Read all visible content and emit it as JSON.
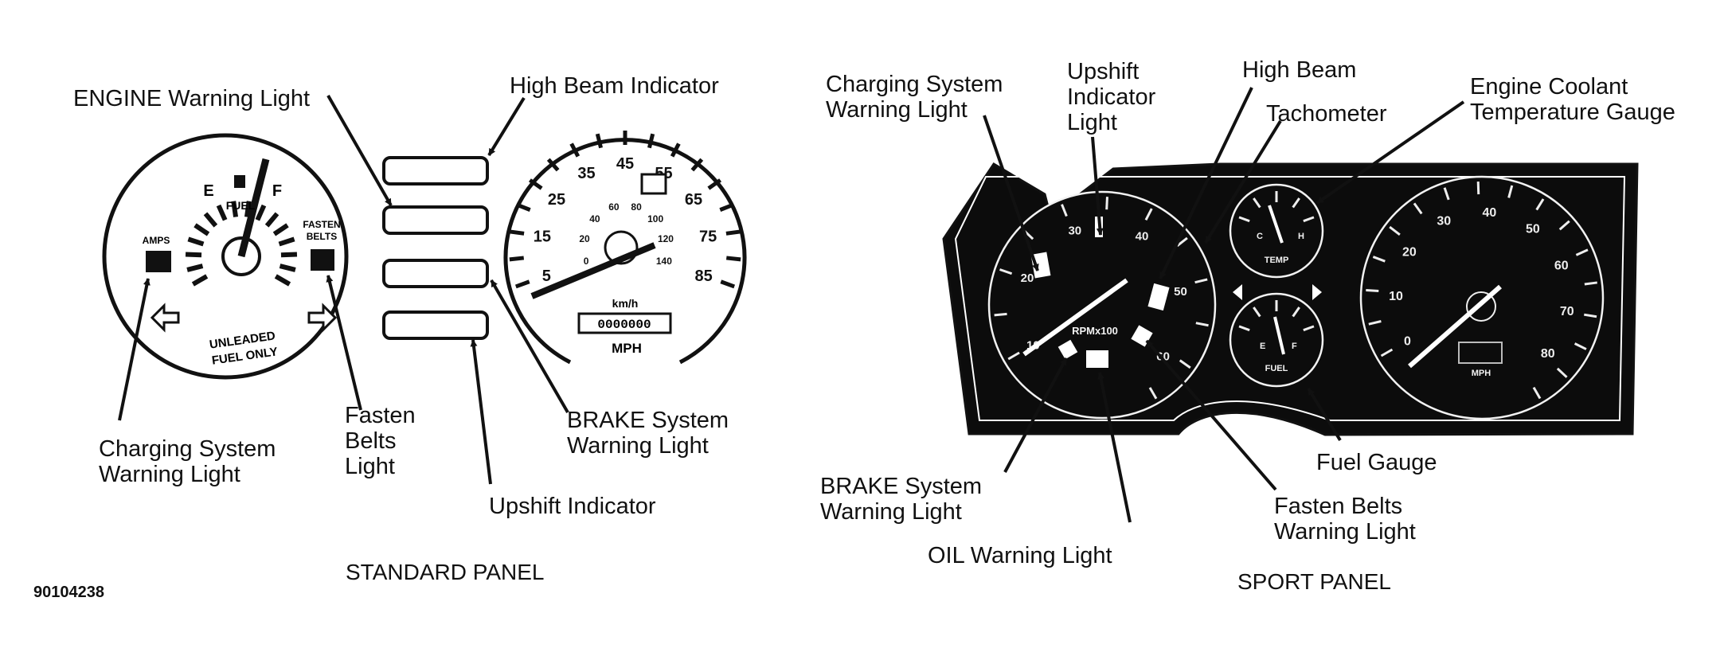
{
  "figure_code": "90104238",
  "standard_panel": {
    "title": "STANDARD PANEL",
    "labels": {
      "engine_warning": "ENGINE Warning Light",
      "high_beam": "High Beam Indicator",
      "charging_line1": "Charging System",
      "charging_line2": "Warning Light",
      "fasten_line1": "Fasten",
      "fasten_line2": "Belts",
      "fasten_line3": "Light",
      "brake_line1": "BRAKE System",
      "brake_line2": "Warning Light",
      "upshift": "Upshift Indicator"
    },
    "fuel_gauge": {
      "empty": "E",
      "full": "F",
      "fuel": "FUEL",
      "amps": "AMPS",
      "fasten_belts_line1": "FASTEN",
      "fasten_belts_line2": "BELTS",
      "unleaded_line1": "UNLEADED",
      "unleaded_line2": "FUEL ONLY"
    },
    "speedometer": {
      "mph_ticks": [
        "5",
        "15",
        "25",
        "35",
        "45",
        "55",
        "65",
        "75",
        "85"
      ],
      "kmh_ticks": [
        "0",
        "20",
        "40",
        "60",
        "80",
        "100",
        "120",
        "140"
      ],
      "kmh_unit": "km/h",
      "odometer": "0000000",
      "unit": "MPH"
    }
  },
  "sport_panel": {
    "title": "SPORT PANEL",
    "labels": {
      "charging_line1": "Charging System",
      "charging_line2": "Warning Light",
      "upshift_line1": "Upshift",
      "upshift_line2": "Indicator",
      "upshift_line3": "Light",
      "high_beam": "High Beam",
      "tachometer": "Tachometer",
      "coolant_line1": "Engine Coolant",
      "coolant_line2": "Temperature Gauge",
      "fuel_gauge": "Fuel Gauge",
      "brake_line1": "BRAKE System",
      "brake_line2": "Warning Light",
      "fasten_line1": "Fasten Belts",
      "fasten_line2": "Warning Light",
      "oil": "OIL Warning Light"
    },
    "tachometer": {
      "ticks": [
        "10",
        "20",
        "30",
        "40",
        "50",
        "60"
      ],
      "unit": "RPMx100"
    },
    "temp_gauge": {
      "cold": "C",
      "hot": "H",
      "label": "TEMP"
    },
    "fuel_gauge": {
      "empty": "E",
      "full": "F",
      "label": "FUEL"
    },
    "speedometer": {
      "ticks": [
        "0",
        "10",
        "20",
        "30",
        "40",
        "50",
        "60",
        "70",
        "80"
      ],
      "unit": "MPH"
    }
  }
}
